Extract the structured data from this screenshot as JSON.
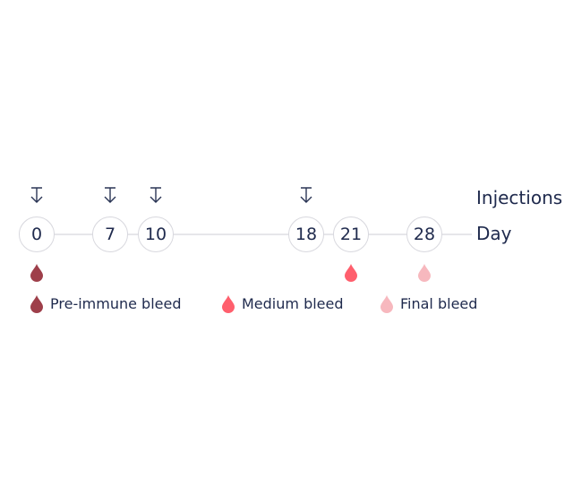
{
  "row_labels": {
    "injections": "Injections",
    "day": "Day"
  },
  "days": [
    {
      "label": "0",
      "injection": true,
      "bleed": "pre"
    },
    {
      "label": "7",
      "injection": true,
      "bleed": null
    },
    {
      "label": "10",
      "injection": true,
      "bleed": null
    },
    {
      "label": "18",
      "injection": true,
      "bleed": null
    },
    {
      "label": "21",
      "injection": false,
      "bleed": "medium"
    },
    {
      "label": "28",
      "injection": false,
      "bleed": "final"
    }
  ],
  "legend": [
    {
      "key": "pre",
      "label": "Pre-immune bleed",
      "color": "#9e3f4a"
    },
    {
      "key": "medium",
      "label": "Medium bleed",
      "color": "#ff5f6d"
    },
    {
      "key": "final",
      "label": "Final bleed",
      "color": "#f7b8be"
    }
  ]
}
